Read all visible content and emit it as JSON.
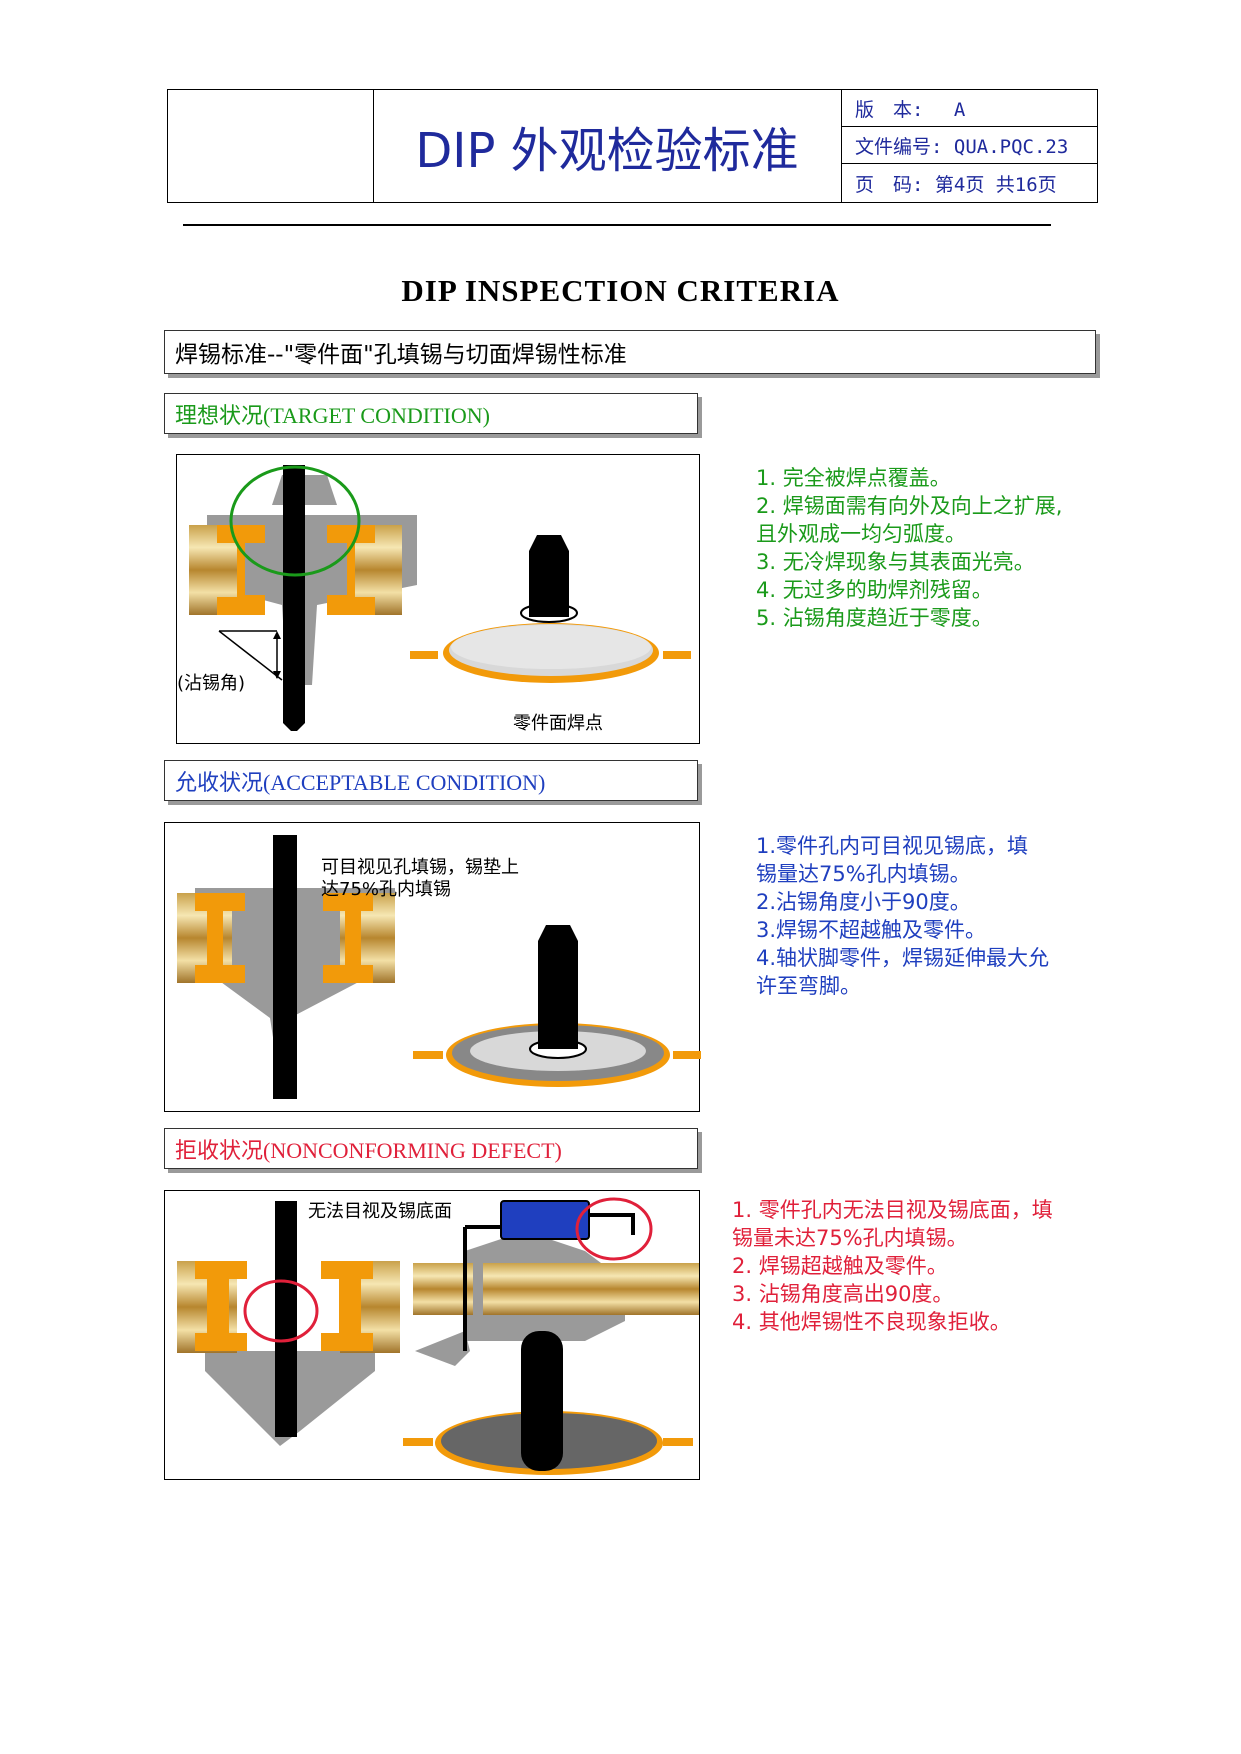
{
  "header": {
    "doc_title": "DIP 外观检验标准",
    "version": "版　本:　 A",
    "file_no": "文件编号: QUA.PQC.23",
    "page_no": "页　码: 第4页 共16页"
  },
  "main_title": "DIP  INSPECTION  CRITERIA",
  "standard_heading": "焊锡标准--\"零件面\"孔填锡与切面焊锡性标准",
  "target": {
    "heading": "理想状况(TARGET CONDITION)",
    "angle_label": "(沾锡角)",
    "joint_label": "零件面焊点",
    "items": [
      "1.  完全被焊点覆盖。",
      "2.  焊锡面需有向外及向上之扩展,",
      "     且外观成一均匀弧度。",
      "3.  无冷焊现象与其表面光亮。",
      "4.  无过多的助焊剂残留。",
      "5.  沾锡角度趋近于零度。"
    ]
  },
  "acceptable": {
    "heading": "允收状况(ACCEPTABLE CONDITION)",
    "note_line1": "可目视见孔填锡，锡垫上",
    "note_line2": "达75%孔内填锡",
    "items": [
      "1.零件孔内可目视见锡底，填",
      "   锡量达75%孔内填锡。",
      "2.沾锡角度小于90度。",
      "3.焊锡不超越触及零件。",
      "4.轴状脚零件，焊锡延伸最大允",
      "     许至弯脚。"
    ]
  },
  "reject": {
    "heading": "拒收状况(NONCONFORMING DEFECT)",
    "note": "无法目视及锡底面",
    "items": [
      "1.  零件孔内无法目视及锡底面，填",
      "     锡量未达75%孔内填锡。",
      "2.  焊锡超越触及零件。",
      "3.  沾锡角度高出90度。",
      "4.  其他焊锡性不良现象拒收。"
    ]
  },
  "colors": {
    "header_blue": "#1f2a9c",
    "target_green": "#1a9a1a",
    "accept_blue": "#1f3fbf",
    "reject_red": "#e0203a",
    "pad_orange": "#f29a0a",
    "solder_gray": "#9a9a9a"
  }
}
